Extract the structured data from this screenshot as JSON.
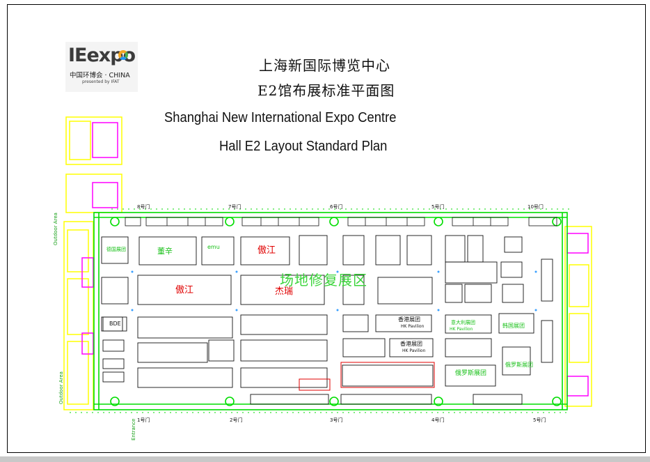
{
  "logo": {
    "name": "IEexpo",
    "subtitle": "中国环博会 · CHINA",
    "presented": "presented by IFAT"
  },
  "titles": {
    "cn_line1": "上海新国际博览中心",
    "cn_line2": "E2馆布展标准平面图",
    "en_line1": "Shanghai New International Expo Centre",
    "en_line2": "Hall E2 Layout Standard Plan"
  },
  "map": {
    "restoration_area": "场地修复展区",
    "outdoor_area": "Outdoor Area",
    "entrance": "Entrance",
    "gates_top": [
      "8号门",
      "7号门",
      "6号门",
      "5号门",
      "10号门"
    ],
    "gates_bottom": [
      "1号门",
      "2号门",
      "3号门",
      "4号门",
      "5号门"
    ],
    "colors": {
      "hall_outline": "#00dd00",
      "annex": "#ffff00",
      "highlight": "#ff00ff",
      "booth_line": "#000000",
      "label_red": "#e00000",
      "label_green": "#18c018"
    },
    "booths": {
      "b1": "董辛",
      "b2": "傲江",
      "b3": "傲江",
      "b4": "杰瑞",
      "b5": "BDE",
      "b6": "香港展团",
      "b7": "HK Pavilion",
      "b8": "香港展团",
      "b9": "HK Pavilion",
      "b10": "俄罗斯展团",
      "b11": "俄罗斯展团",
      "b12": "韩国展团",
      "b13": "意大利展团",
      "b14": "德国展团",
      "b15": "HK Pavilion",
      "b16": "emu"
    }
  }
}
